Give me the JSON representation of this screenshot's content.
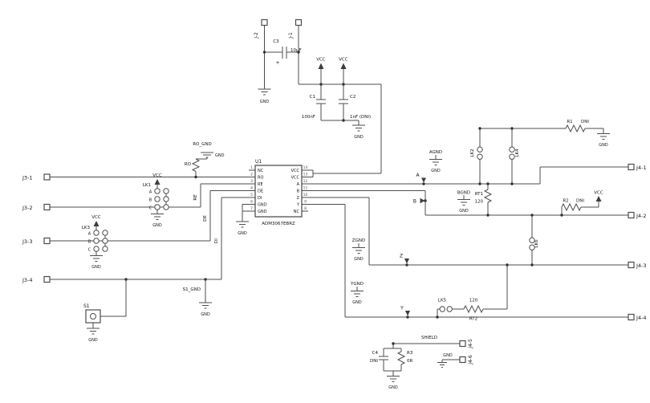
{
  "power": {
    "vcc": "VCC",
    "gnd": "GND"
  },
  "connectors": {
    "j2": "J-2",
    "j1": "J-1",
    "j3_1": "J3-1",
    "j3_2": "J3-2",
    "j3_3": "J3-3",
    "j3_4": "J3-4",
    "j4_1": "J4-1",
    "j4_2": "J4-2",
    "j4_3": "J4-3",
    "j4_4": "J4-4",
    "j4_5": "J4-5",
    "j4_6": "J4-6"
  },
  "ic": {
    "ref": "U1",
    "part": "ADM3067EBRZ",
    "left_pins": [
      {
        "num": "1",
        "name": "NC"
      },
      {
        "num": "2",
        "name": "RO"
      },
      {
        "num": "3",
        "name": "RE"
      },
      {
        "num": "4",
        "name": "DE"
      },
      {
        "num": "5",
        "name": "DI"
      },
      {
        "num": "6",
        "name": "GND"
      },
      {
        "num": "7",
        "name": "GND"
      }
    ],
    "right_pins": [
      {
        "num": "14",
        "name": "VCC"
      },
      {
        "num": "13",
        "name": "VCC"
      },
      {
        "num": "12",
        "name": "A"
      },
      {
        "num": "11",
        "name": "B"
      },
      {
        "num": "10",
        "name": "Z"
      },
      {
        "num": "9",
        "name": "Y"
      },
      {
        "num": "8",
        "name": "NC"
      }
    ]
  },
  "capacitors": {
    "c1": {
      "ref": "C1",
      "value": "100nF"
    },
    "c2": {
      "ref": "C2",
      "value": "1nF (DNI)"
    },
    "c3": {
      "ref": "C3",
      "value": "10μF",
      "polarity": "+"
    },
    "c4": {
      "ref": "C4",
      "value": "DNI"
    }
  },
  "resistors": {
    "ro": {
      "ref": "RO"
    },
    "r1": {
      "ref": "R1",
      "value": "DNI"
    },
    "r2": {
      "ref": "R2",
      "value": "DNI"
    },
    "r3": {
      "ref": "R3",
      "value": "0R"
    },
    "rt1": {
      "ref": "RT1",
      "value": "120"
    },
    "rt2": {
      "ref": "RT2",
      "value": "120"
    }
  },
  "links": {
    "lk1": {
      "ref": "LK1",
      "positions": [
        "A",
        "B",
        "C"
      ]
    },
    "lk2": {
      "ref": "LK2"
    },
    "lk3": {
      "ref": "LK3",
      "positions": [
        "A",
        "B",
        "C"
      ]
    },
    "lk4": {
      "ref": "LK4"
    },
    "lk5": {
      "ref": "LK5"
    },
    "lk6": {
      "ref": "LK6"
    }
  },
  "switch": {
    "s1": "S1"
  },
  "nets": {
    "ro_gnd": "RO_GND",
    "s1_gnd": "S1_GND",
    "agnd": "AGND",
    "bgnd": "BGND",
    "zgnd": "ZGND",
    "ygnd": "YGND",
    "shield": "SHIELD",
    "re": "RE",
    "de": "DE",
    "di": "DI",
    "tp_a": "A",
    "tp_b": "B",
    "tp_z": "Z",
    "tp_y": "Y"
  }
}
